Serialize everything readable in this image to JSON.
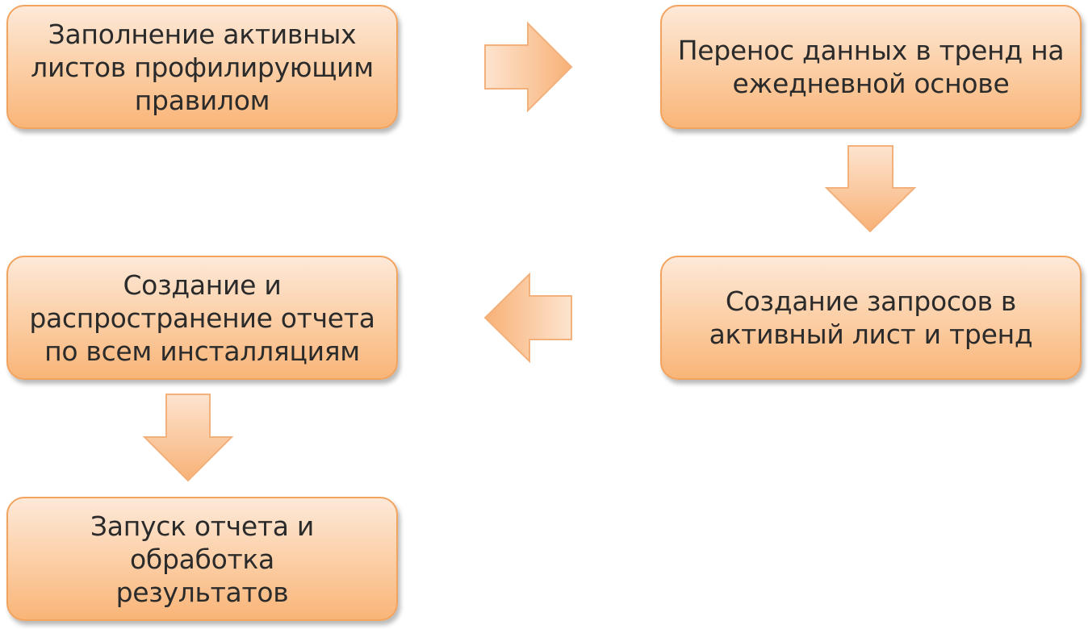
{
  "diagram": {
    "steps": [
      {
        "id": "n1",
        "lines": [
          "Заполнение активных",
          "листов профилирующим",
          "правилом"
        ]
      },
      {
        "id": "n2",
        "lines": [
          "Перенос данных в тренд на",
          "ежедневной основе"
        ]
      },
      {
        "id": "n3",
        "lines": [
          "Создание запросов в",
          "активный лист и тренд"
        ]
      },
      {
        "id": "n4",
        "lines": [
          "Создание и",
          "распространение отчета",
          "по всем инсталляциям"
        ]
      },
      {
        "id": "n5",
        "lines": [
          "Запуск отчета и обработка",
          "результатов"
        ]
      }
    ],
    "colors": {
      "box_border": "#f2a35e",
      "box_fill_top": "#fde9d9",
      "box_fill_bottom": "#f9b578",
      "arrow_fill_top": "#fde4cf",
      "arrow_fill_bottom": "#f8b176",
      "arrow_border": "#f4b07a",
      "text": "#2b2b2b"
    }
  }
}
